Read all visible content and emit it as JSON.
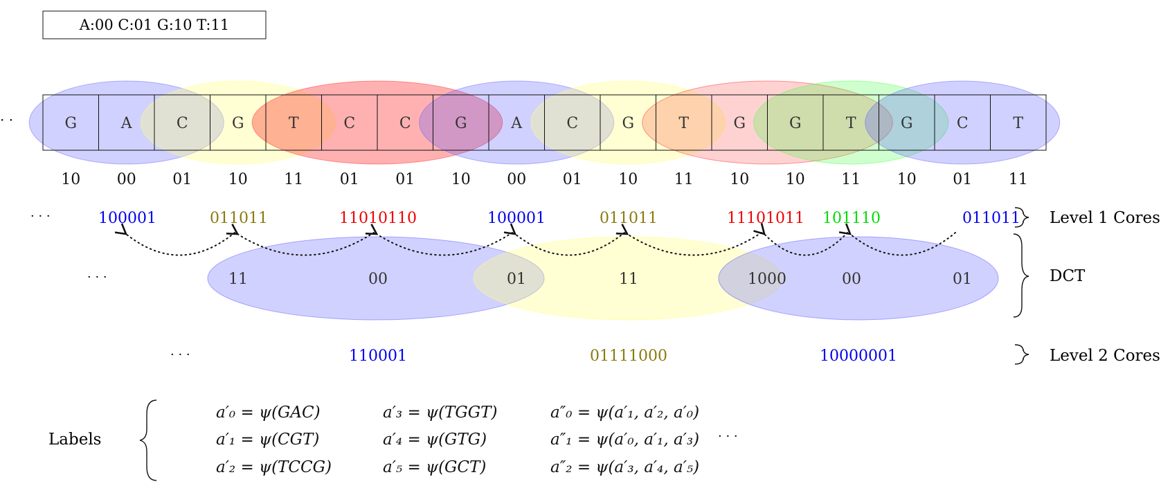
{
  "encoding_box": "A:00 C:01 G:10 T:11",
  "leading_dots": "· ·",
  "sequence": {
    "letters": [
      "G",
      "A",
      "C",
      "G",
      "T",
      "C",
      "C",
      "G",
      "A",
      "C",
      "G",
      "T",
      "G",
      "G",
      "T",
      "G",
      "C",
      "T"
    ],
    "codes": [
      "10",
      "00",
      "01",
      "10",
      "11",
      "01",
      "01",
      "10",
      "00",
      "01",
      "10",
      "11",
      "10",
      "10",
      "11",
      "10",
      "01",
      "11"
    ]
  },
  "level1": {
    "dots": "· · ·",
    "values": [
      "100001",
      "011011",
      "11010110",
      "100001",
      "011011",
      "11101011",
      "101110",
      "011011"
    ],
    "colors": [
      "#0000ee",
      "#8a7a10",
      "#ee0000",
      "#0000ee",
      "#8a7a10",
      "#ee0000",
      "#00dd00",
      "#0000ee"
    ]
  },
  "dct": {
    "dots": "· · ·",
    "values": [
      "11",
      "00",
      "01",
      "11",
      "1000",
      "00",
      "01"
    ]
  },
  "level2": {
    "dots": "· · ·",
    "values": [
      "110001",
      "01111000",
      "10000001"
    ],
    "colors": [
      "#0000ee",
      "#8a7a10",
      "#0000ee"
    ]
  },
  "braces": {
    "level1": "Level 1 Cores",
    "dct": "DCT",
    "level2": "Level 2 Cores"
  },
  "labels": {
    "title": "Labels",
    "col1": [
      "a′₀ = ψ(GAC)",
      "a′₁ = ψ(CGT)",
      "a′₂ = ψ(TCCG)"
    ],
    "col2": [
      "a′₃ = ψ(TGGT)",
      "a′₄ = ψ(GTG)",
      "a′₅ = ψ(GCT)"
    ],
    "col3": [
      "a″₀ = ψ(a′₁, a′₂, a′₀)",
      "a″₁ = ψ(a′₀, a′₁, a′₃)",
      "a″₂ = ψ(a′₃, a′₄, a′₅)"
    ],
    "dots": "· · ·"
  },
  "ellipse_colors": {
    "blue": "#5b5bff",
    "yellow": "#ffff80",
    "red": "#ff2020",
    "green": "#40ff40"
  }
}
